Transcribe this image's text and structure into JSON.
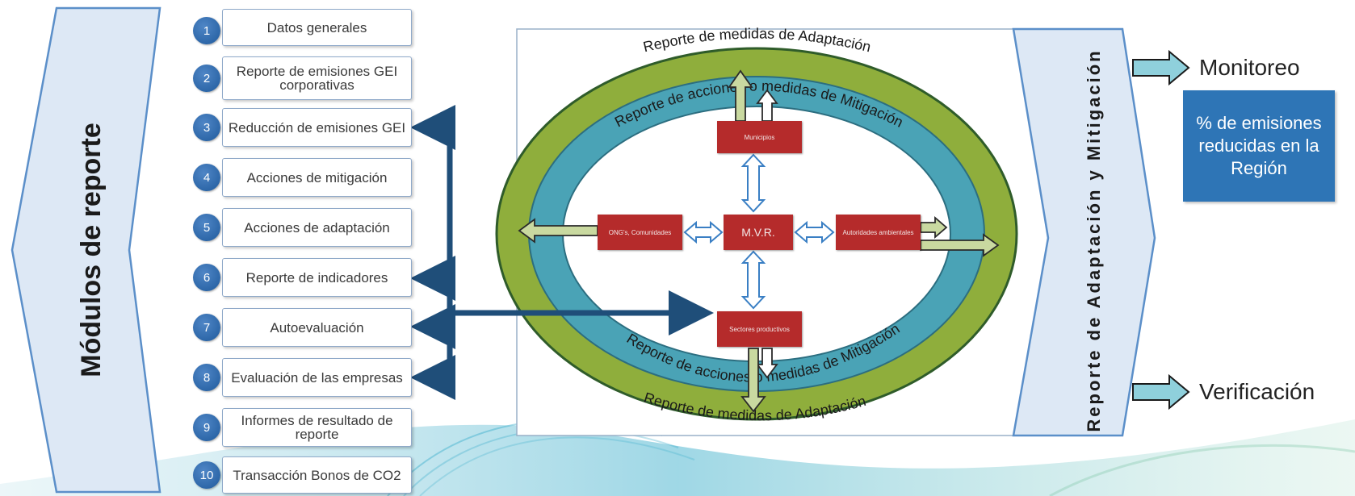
{
  "left_chevron_title": "Módulos de reporte",
  "modules": [
    {
      "number": "1",
      "label": "Datos generales"
    },
    {
      "number": "2",
      "label": "Reporte de emisiones GEI corporativas"
    },
    {
      "number": "3",
      "label": "Reducción de emisiones GEI"
    },
    {
      "number": "4",
      "label": "Acciones de mitigación"
    },
    {
      "number": "5",
      "label": "Acciones de adaptación"
    },
    {
      "number": "6",
      "label": "Reporte de indicadores"
    },
    {
      "number": "7",
      "label": "Autoevaluación"
    },
    {
      "number": "8",
      "label": "Evaluación de las empresas"
    },
    {
      "number": "9",
      "label": "Informes de resultado de reporte"
    },
    {
      "number": "10",
      "label": "Transacción Bonos de CO2"
    }
  ],
  "ellipse": {
    "outer_top_label": "Reporte de medidas de Adaptación",
    "inner_top_label": "Reporte de acciones o medidas de Mitigación",
    "inner_bottom_label": "Reporte de acciones o medidas de Mitigación",
    "outer_bottom_label": "Reporte de medidas de Adaptación"
  },
  "mvr": {
    "center": "M.V.R.",
    "top": "Municipios",
    "left": "ONG's, Comunidades",
    "right": "Autoridades ambientales",
    "bottom": "Sectores productivos"
  },
  "right_chevron_title": "Reporte de Adaptación y Mitigación",
  "outputs": {
    "monitoring": "Monitoreo",
    "kpi": "% de emisiones reducidas en la Región",
    "verification": "Verificación"
  },
  "colors": {
    "chevron_fill": "#dde8f5",
    "chevron_stroke": "#5b8fc9",
    "outer_ring": "#8fae3c",
    "inner_ring": "#4aa3b6",
    "mvr_box": "#b52b2b",
    "connector": "#1f4e79",
    "kpi_box": "#2e75b6"
  }
}
